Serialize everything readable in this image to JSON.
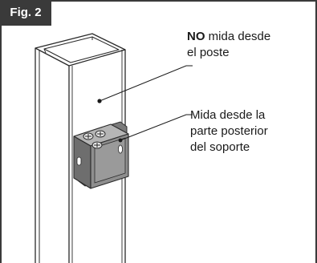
{
  "figure": {
    "tag": "Fig. 2"
  },
  "callout_post": {
    "bold": "NO",
    "line1_rest": " mida desde",
    "line2": "el poste"
  },
  "callout_bracket": {
    "line1": "Mida desde la",
    "line2": "parte posterior",
    "line3": "del soporte"
  },
  "colors": {
    "frame": "#3a3a3a",
    "tag_text": "#ffffff",
    "line": "#2a2a2a",
    "bracket_front": "#8e8e8e",
    "bracket_side": "#6e6e6e",
    "bracket_top": "#b5b5b5"
  }
}
